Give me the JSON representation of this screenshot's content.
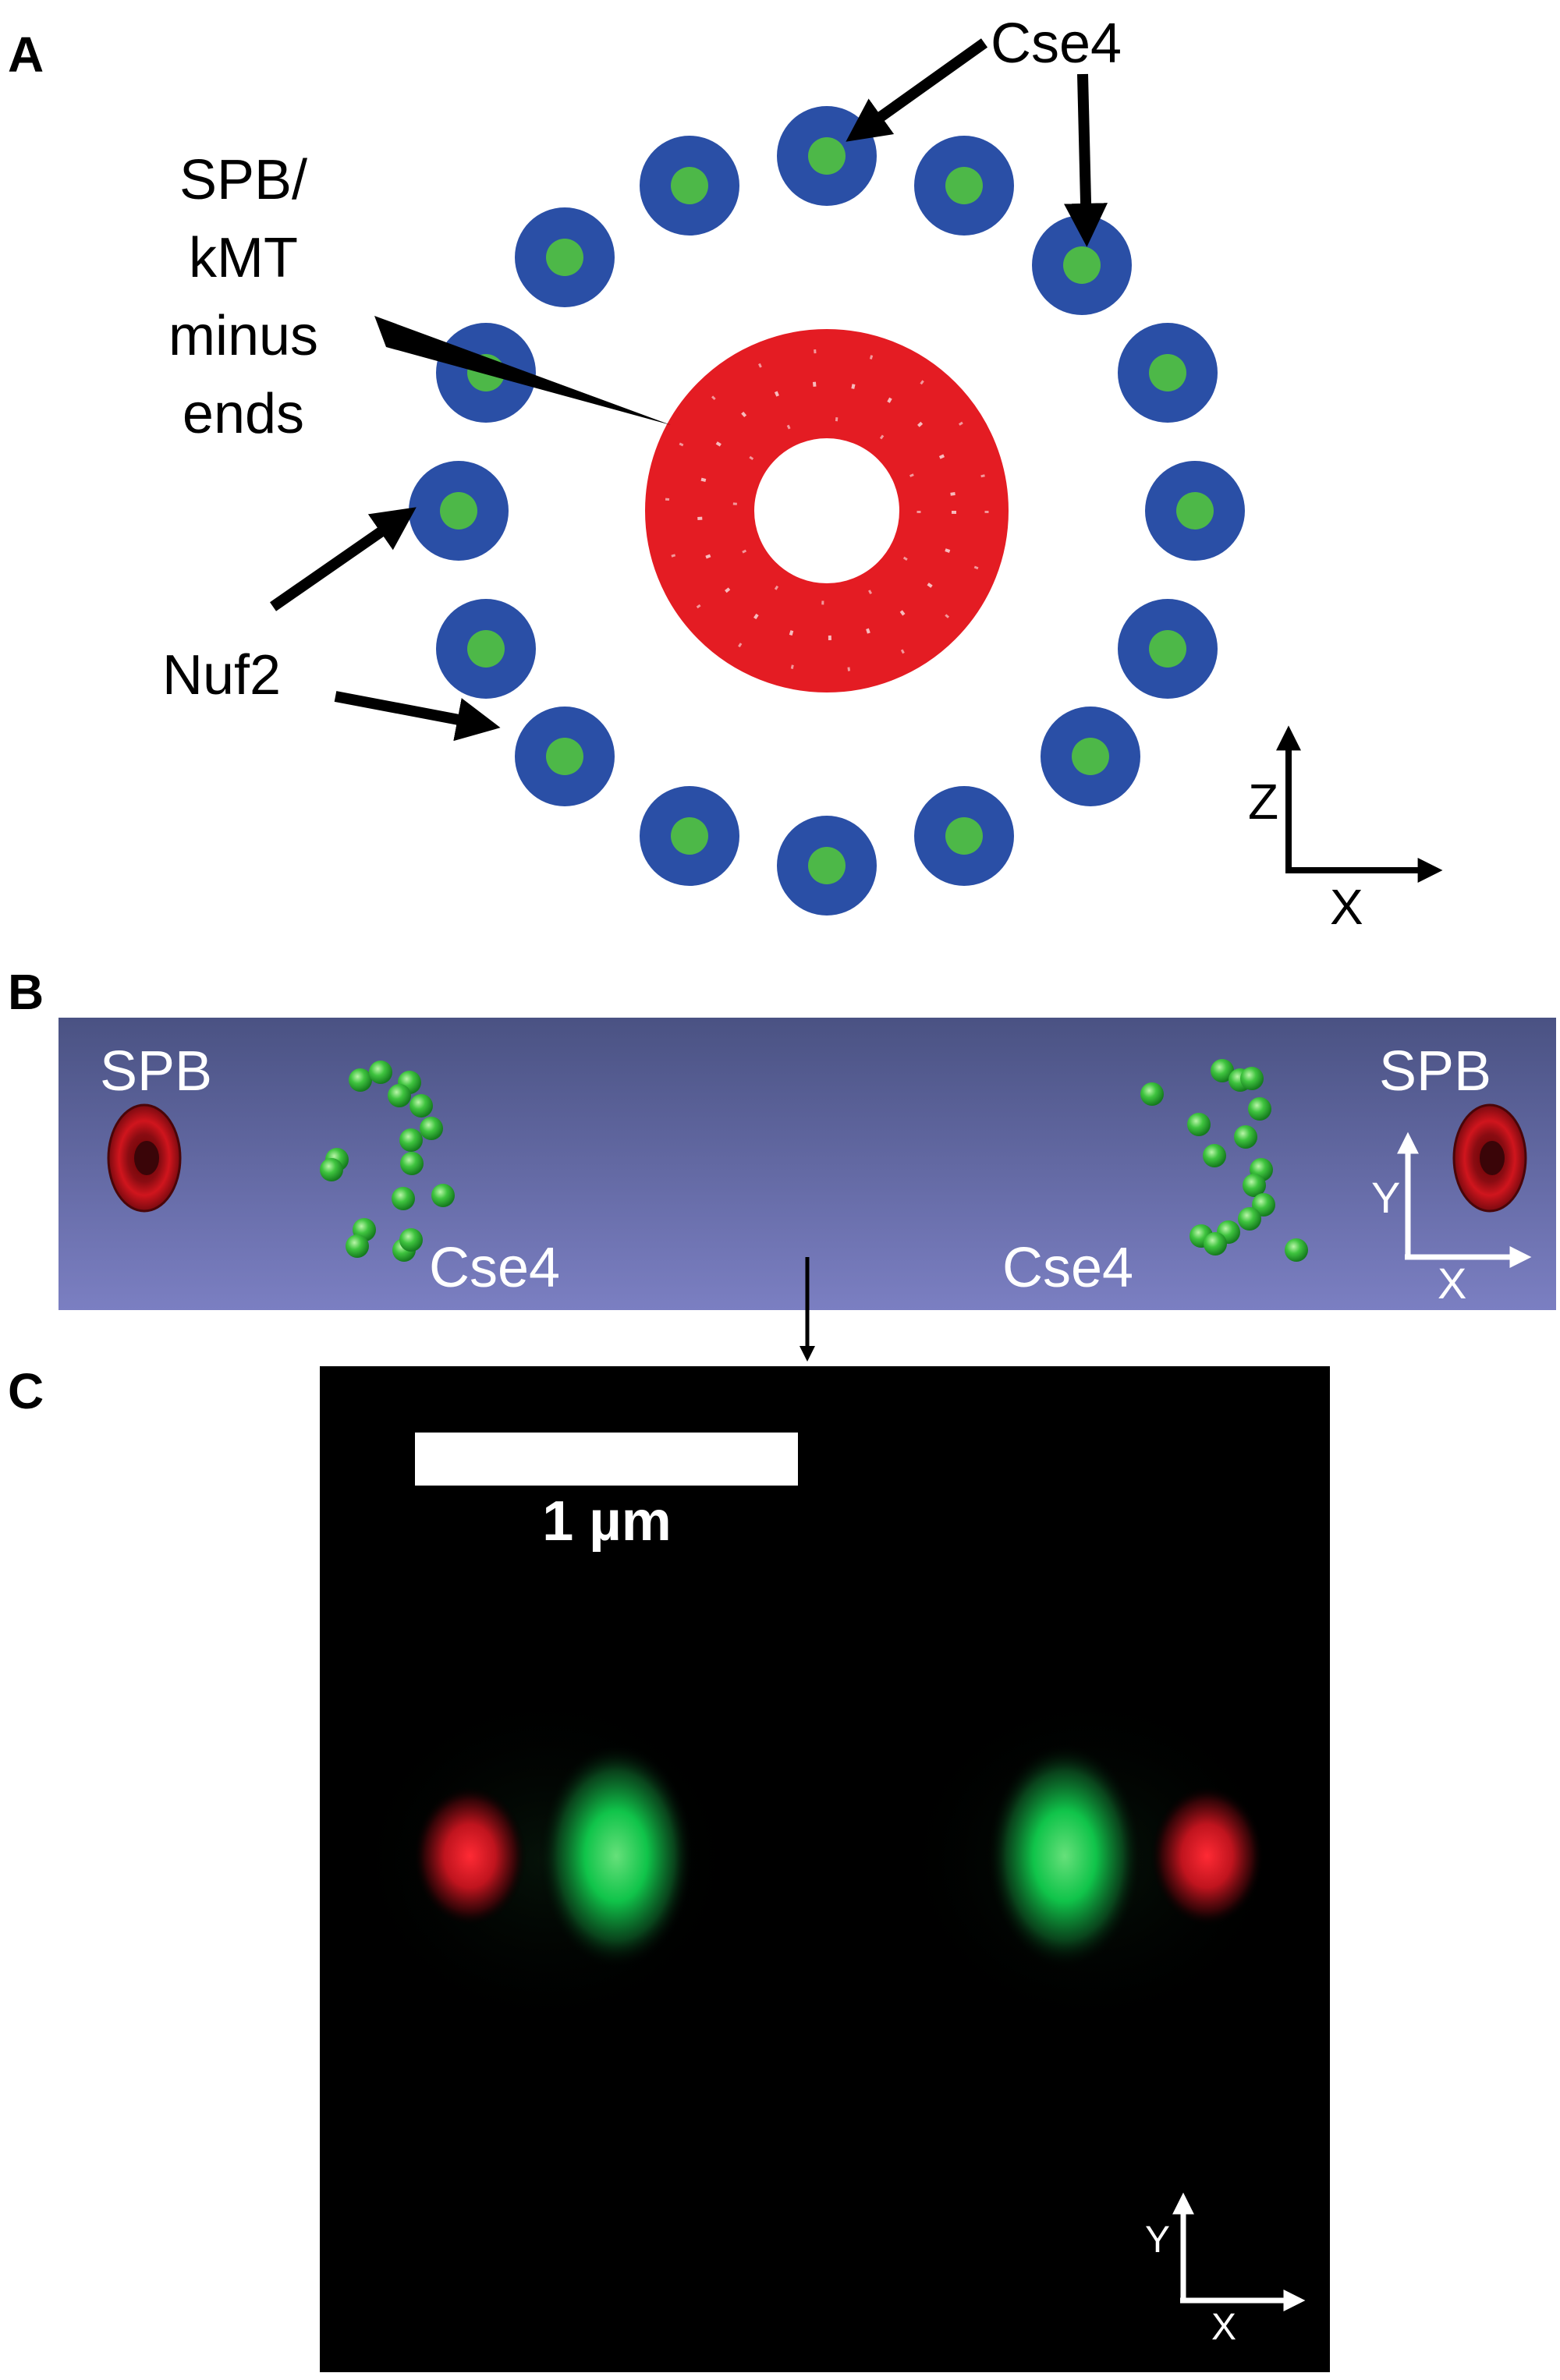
{
  "panels": {
    "a": {
      "letter": "A",
      "labels": {
        "cse4": "Cse4",
        "spb_line1": "SPB/",
        "spb_line2": "kMT",
        "spb_line3": "minus",
        "spb_line4": "ends",
        "nuf2": "Nuf2"
      },
      "axes": {
        "vertical": "Z",
        "horizontal": "X"
      },
      "colors": {
        "spb_ring": "#e41c23",
        "nuf2": "#2a4fa6",
        "cse4": "#4db848"
      }
    },
    "b": {
      "letter": "B",
      "labels": {
        "spb_left": "SPB",
        "spb_right": "SPB",
        "cse4_left": "Cse4",
        "cse4_right": "Cse4"
      },
      "axes": {
        "vertical": "Y",
        "horizontal": "X"
      },
      "colors": {
        "background_top": "#4a5283",
        "background_bottom": "#7b7fc2",
        "spb": "#c4121a",
        "cse4": "#3fc43f"
      }
    },
    "c": {
      "letter": "C",
      "scale_bar": {
        "label": "1 µm"
      },
      "axes": {
        "vertical": "Y",
        "horizontal": "X"
      },
      "colors": {
        "background": "#000000",
        "red": "#ff1e2a",
        "green": "#2fe05a"
      }
    }
  }
}
